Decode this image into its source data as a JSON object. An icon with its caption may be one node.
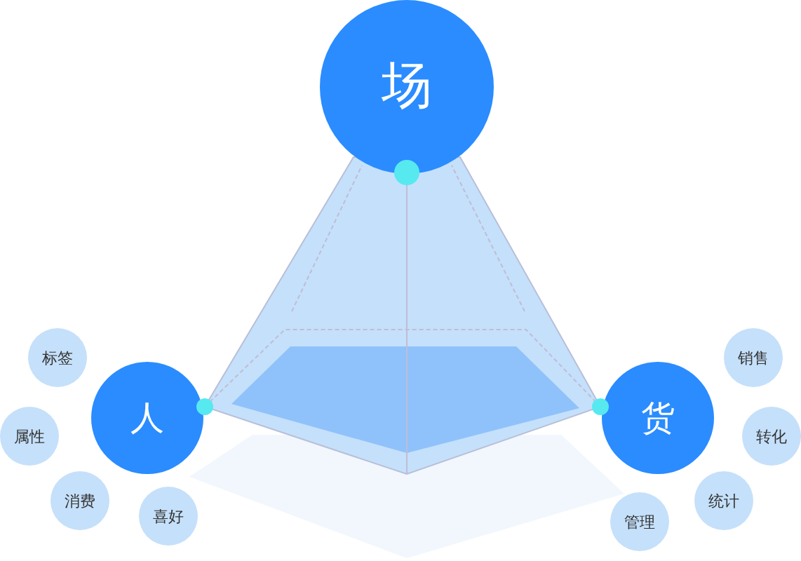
{
  "diagram": {
    "nodes": [
      {
        "text": [
          "场"
        ]
      },
      {
        "text": [
          "人"
        ]
      },
      {
        "text": [
          "货"
        ]
      },
      {
        "text": [
          "标签"
        ]
      },
      {
        "text": [
          "属性"
        ]
      },
      {
        "text": [
          "消费"
        ]
      },
      {
        "text": [
          "喜好"
        ]
      },
      {
        "text": [
          "销售"
        ]
      },
      {
        "text": [
          "转化"
        ]
      },
      {
        "text": [
          "统计"
        ]
      },
      {
        "text": [
          "管理"
        ]
      }
    ]
  }
}
